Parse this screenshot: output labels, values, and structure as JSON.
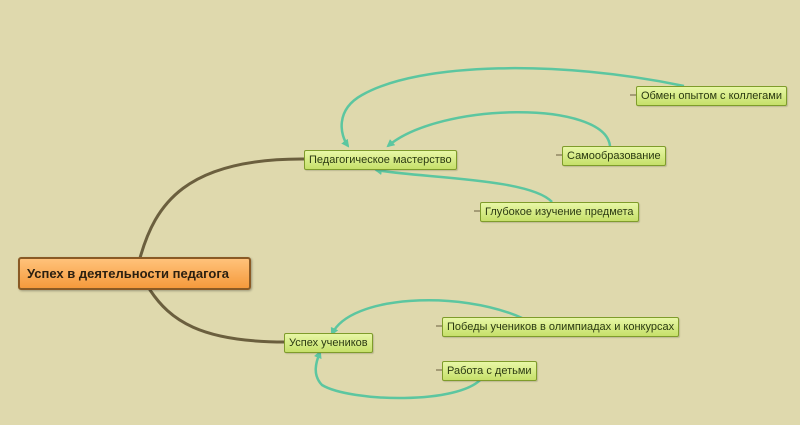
{
  "colors": {
    "background": "#dfd9ad",
    "branch": "#6b5f3e",
    "relation_arrow": "#5cc6a0",
    "root_fill": "#f59a3c",
    "node_fill": "#c6e06a"
  },
  "root": {
    "label": "Успех в деятельности педагога"
  },
  "topics": {
    "mastery": {
      "label": "Педагогическое мастерство"
    },
    "students": {
      "label": "Успех учеников"
    }
  },
  "subtopics": {
    "exchange": {
      "label": "Обмен опытом с коллегами"
    },
    "selfedu": {
      "label": "Самообразование"
    },
    "subject": {
      "label": "Глубокое изучение предмета"
    },
    "olympiad": {
      "label": "Победы учеников в олимпиадах и конкурсах"
    },
    "children": {
      "label": "Работа с детьми"
    }
  }
}
